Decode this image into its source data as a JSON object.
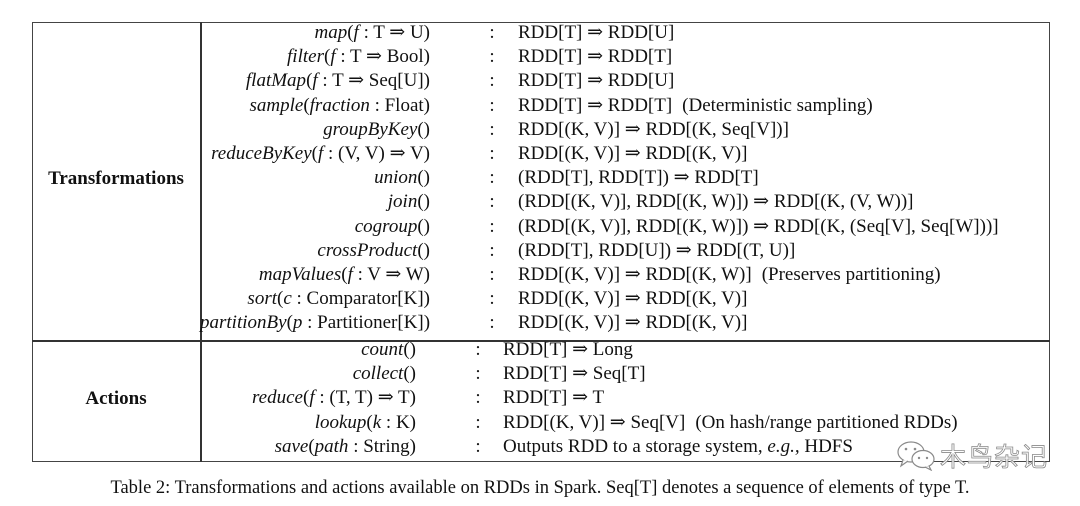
{
  "table": {
    "sections": [
      {
        "label": "Transformations",
        "rows": [
          {
            "name": "map",
            "args_prefix": "(",
            "arg_var": "f",
            "arg_rest": " : T ⇒ U)",
            "colon": ":",
            "type": "RDD[T] ⇒ RDD[U]",
            "note": ""
          },
          {
            "name": "filter",
            "args_prefix": "(",
            "arg_var": "f",
            "arg_rest": " : T ⇒ Bool)",
            "colon": ":",
            "type": "RDD[T] ⇒ RDD[T]",
            "note": ""
          },
          {
            "name": "flatMap",
            "args_prefix": "(",
            "arg_var": "f",
            "arg_rest": " : T ⇒ Seq[U])",
            "colon": ":",
            "type": "RDD[T] ⇒ RDD[U]",
            "note": ""
          },
          {
            "name": "sample",
            "args_prefix": "(",
            "arg_var": "fraction",
            "arg_rest": " : Float)",
            "colon": ":",
            "type": "RDD[T] ⇒ RDD[T]",
            "note": "(Deterministic sampling)"
          },
          {
            "name": "groupByKey",
            "args_prefix": "()",
            "arg_var": "",
            "arg_rest": "",
            "colon": ":",
            "type": "RDD[(K, V)] ⇒ RDD[(K, Seq[V])]",
            "note": ""
          },
          {
            "name": "reduceByKey",
            "args_prefix": "(",
            "arg_var": "f",
            "arg_rest": " : (V, V) ⇒ V)",
            "colon": ":",
            "type": "RDD[(K, V)] ⇒ RDD[(K, V)]",
            "note": ""
          },
          {
            "name": "union",
            "args_prefix": "()",
            "arg_var": "",
            "arg_rest": "",
            "colon": ":",
            "type": "(RDD[T], RDD[T]) ⇒ RDD[T]",
            "note": ""
          },
          {
            "name": "join",
            "args_prefix": "()",
            "arg_var": "",
            "arg_rest": "",
            "colon": ":",
            "type": "(RDD[(K, V)], RDD[(K, W)]) ⇒ RDD[(K, (V, W))]",
            "note": ""
          },
          {
            "name": "cogroup",
            "args_prefix": "()",
            "arg_var": "",
            "arg_rest": "",
            "colon": ":",
            "type": "(RDD[(K, V)], RDD[(K, W)]) ⇒ RDD[(K, (Seq[V], Seq[W]))]",
            "note": ""
          },
          {
            "name": "crossProduct",
            "args_prefix": "()",
            "arg_var": "",
            "arg_rest": "",
            "colon": ":",
            "type": "(RDD[T], RDD[U]) ⇒ RDD[(T, U)]",
            "note": ""
          },
          {
            "name": "mapValues",
            "args_prefix": "(",
            "arg_var": "f",
            "arg_rest": " : V ⇒ W)",
            "colon": ":",
            "type": "RDD[(K, V)] ⇒ RDD[(K, W)]",
            "note": "(Preserves partitioning)"
          },
          {
            "name": "sort",
            "args_prefix": "(",
            "arg_var": "c",
            "arg_rest": " : Comparator[K])",
            "colon": ":",
            "type": "RDD[(K, V)] ⇒ RDD[(K, V)]",
            "note": ""
          },
          {
            "name": "partitionBy",
            "args_prefix": "(",
            "arg_var": "p",
            "arg_rest": " : Partitioner[K])",
            "colon": ":",
            "type": "RDD[(K, V)] ⇒ RDD[(K, V)]",
            "note": ""
          }
        ]
      },
      {
        "label": "Actions",
        "rows": [
          {
            "name": "count",
            "args_prefix": "()",
            "arg_var": "",
            "arg_rest": "",
            "colon": ":",
            "type": "RDD[T] ⇒ Long",
            "note": ""
          },
          {
            "name": "collect",
            "args_prefix": "()",
            "arg_var": "",
            "arg_rest": "",
            "colon": ":",
            "type": "RDD[T] ⇒ Seq[T]",
            "note": ""
          },
          {
            "name": "reduce",
            "args_prefix": "(",
            "arg_var": "f",
            "arg_rest": " : (T, T) ⇒ T)",
            "colon": ":",
            "type": "RDD[T] ⇒ T",
            "note": ""
          },
          {
            "name": "lookup",
            "args_prefix": "(",
            "arg_var": "k",
            "arg_rest": " : K)",
            "colon": ":",
            "type": "RDD[(K, V)] ⇒ Seq[V]",
            "note": "(On hash/range partitioned RDDs)"
          },
          {
            "name": "save",
            "args_prefix": "(",
            "arg_var": "path",
            "arg_rest": " : String)",
            "colon": ":",
            "type": "Outputs RDD to a storage system, ",
            "type_italic": "e.g.,",
            "type_tail": " HDFS",
            "note": ""
          }
        ]
      }
    ]
  },
  "caption": "Table 2: Transformations and actions available on RDDs in Spark. Seq[T] denotes a sequence of elements of type T.",
  "watermark": {
    "text": "木鸟杂记",
    "icon": "wechat-icon"
  }
}
